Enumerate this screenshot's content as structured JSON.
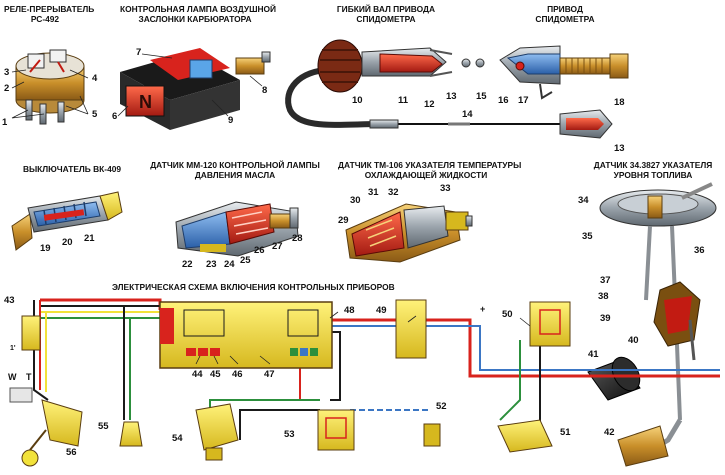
{
  "captions": {
    "relay": "РЕЛЕ-ПРЕРЫВАТЕЛЬ",
    "relay_model": "РС-492",
    "lamp_line1": "КОНТРОЛЬНАЯ ЛАМПА ВОЗДУШНОЙ",
    "lamp_line2": "ЗАСЛОНКИ КАРБЮРАТОРА",
    "shaft_line1": "ГИБКИЙ ВАЛ ПРИВОДА",
    "shaft_line2": "СПИДОМЕТРА",
    "drive_line1": "ПРИВОД",
    "drive_line2": "СПИДОМЕТРА",
    "switch": "ВЫКЛЮЧАТЕЛЬ ВК-409",
    "oil_line1": "ДАТЧИК ММ-120 КОНТРОЛЬНОЙ ЛАМПЫ",
    "oil_line2": "ДАВЛЕНИЯ МАСЛА",
    "temp_line1": "ДАТЧИК ТМ-106 УКАЗАТЕЛЯ ТЕМПЕРАТУРЫ",
    "temp_line2": "ОХЛАЖДАЮЩЕЙ ЖИДКОСТИ",
    "fuel_line1": "ДАТЧИК 34.3827 УКАЗАТЕЛЯ",
    "fuel_line2": "УРОВНЯ ТОПЛИВА",
    "scheme": "ЭЛЕКТРИЧЕСКАЯ СХЕМА ВКЛЮЧЕНИЯ КОНТРОЛЬНЫХ ПРИБОРОВ"
  },
  "labels": {
    "n1": "1",
    "n2": "2",
    "n3": "3",
    "n4": "4",
    "n5": "5",
    "n6": "6",
    "n7": "7",
    "n8": "8",
    "n9": "9",
    "n10": "10",
    "n11": "11",
    "n12": "12",
    "n13": "13",
    "n13b": "13",
    "n14": "14",
    "n15": "15",
    "n16": "16",
    "n17": "17",
    "n18": "18",
    "n19": "19",
    "n20": "20",
    "n21": "21",
    "n22": "22",
    "n23": "23",
    "n24": "24",
    "n25": "25",
    "n26": "26",
    "n27": "27",
    "n28": "28",
    "n29": "29",
    "n30": "30",
    "n31": "31",
    "n32": "32",
    "n33": "33",
    "n34": "34",
    "n35": "35",
    "n36": "36",
    "n37": "37",
    "n38": "38",
    "n39": "39",
    "n40": "40",
    "n41": "41",
    "n42": "42",
    "n43": "43",
    "n44": "44",
    "n45": "45",
    "n46": "46",
    "n47": "47",
    "n48": "48",
    "n49": "49",
    "n50": "50",
    "n51": "51",
    "n52": "52",
    "n53": "53",
    "n54": "54",
    "n55": "55",
    "n56": "56"
  },
  "marks": {
    "plus": "+",
    "w": "W",
    "t": "T",
    "one_prime": "1'"
  },
  "colors": {
    "yellow": "#f2e23a",
    "red": "#d8231d",
    "blue": "#3b76c4",
    "brass": "#d9a440",
    "wire_black": "#1a1a1a",
    "wire_green": "#2c8f3c"
  }
}
